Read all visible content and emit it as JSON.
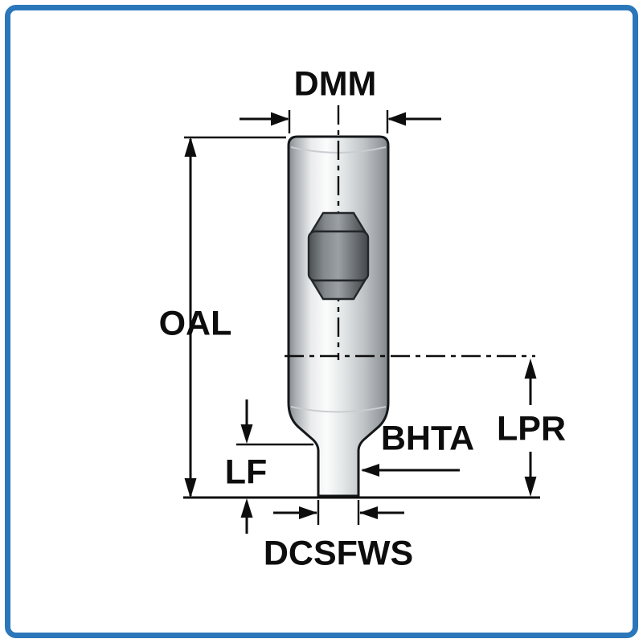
{
  "colors": {
    "frame": "#2b77ba",
    "line": "#0d0d0d",
    "canvas": "#ffffff",
    "steel_light": "#fbfcfc",
    "steel_dark": "#7f8589",
    "screw_dark": "#4a4e51"
  },
  "diagram": {
    "labels": {
      "dmm": "DMM",
      "oal": "OAL",
      "lf": "LF",
      "bhta": "BHTA",
      "lpr": "LPR",
      "dcsfws": "DCSFWS"
    }
  }
}
